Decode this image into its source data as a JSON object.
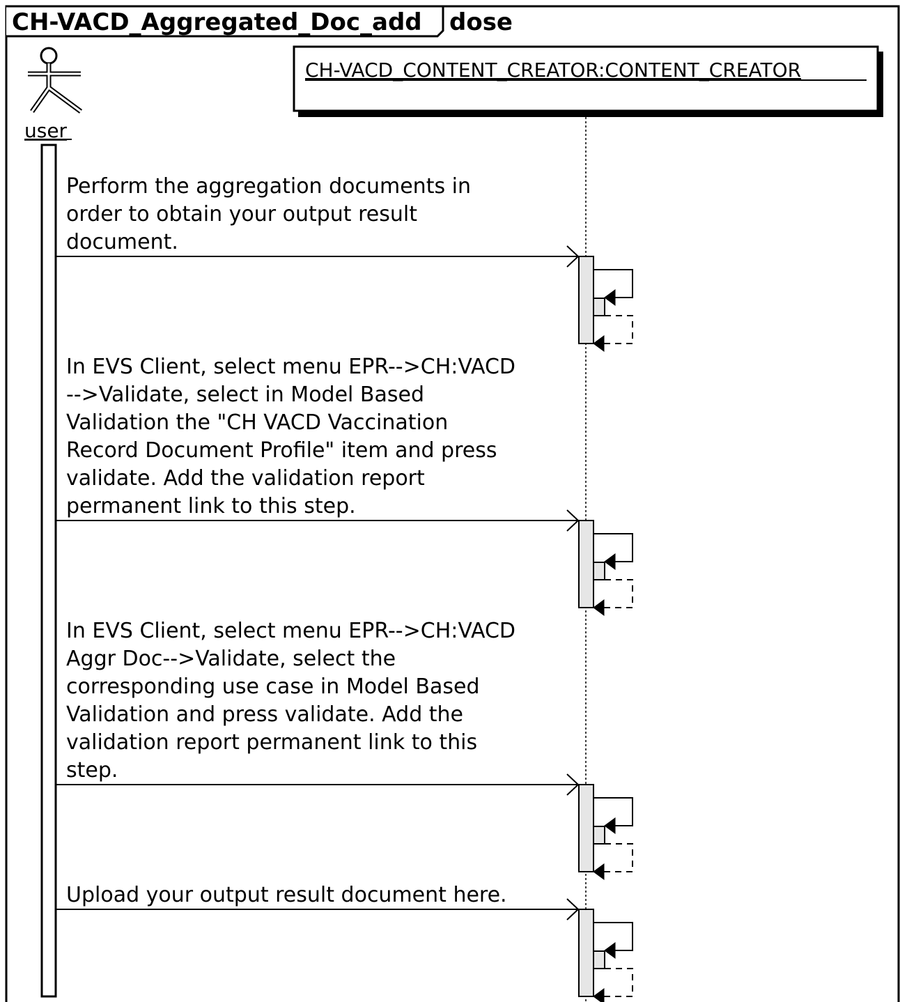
{
  "frame": {
    "title_prefix": "CH-VACD_Aggregated_Doc_add",
    "title_suffix": "dose"
  },
  "actor": {
    "name": "user",
    "icon": "stick-figure-icon"
  },
  "lifeline": {
    "name": "CH-VACD_CONTENT_CREATOR:CONTENT_CREATOR"
  },
  "messages": [
    {
      "lines": [
        "Perform the aggregation documents in",
        "order to obtain your output result",
        "document."
      ]
    },
    {
      "lines": [
        "In EVS Client, select menu EPR-->CH:VACD",
        "-->Validate, select in Model Based",
        "Validation the \"CH VACD Vaccination",
        "Record Document Profile\" item and press",
        "validate. Add the validation report",
        "permanent link to this step."
      ]
    },
    {
      "lines": [
        "In EVS Client, select menu EPR-->CH:VACD",
        "Aggr Doc-->Validate, select the",
        "corresponding use case in Model Based",
        "Validation and press validate. Add the",
        "validation report permanent link to this",
        "step."
      ]
    },
    {
      "lines": [
        "Upload your output result document here."
      ]
    }
  ]
}
